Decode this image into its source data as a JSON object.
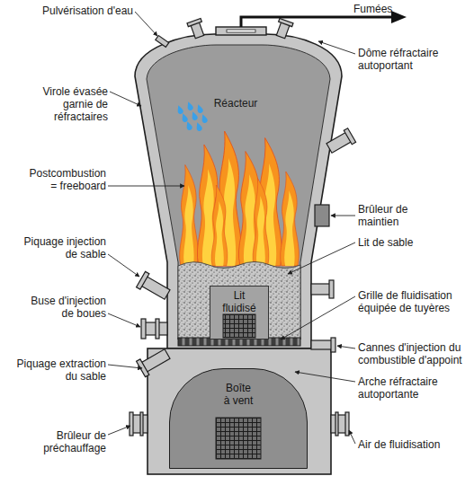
{
  "diagram": {
    "nodes": [
      {
        "text": [
          "Lit fluidisé"
        ]
      },
      {
        "text": [
          "Boîte à vent"
        ]
      }
    ],
    "labels": [
      "Pulvérisation d'eau",
      "Fumées",
      "Dôme réfractaire autoportant",
      "Virole évasée garnie de réfractaires",
      "Réacteur",
      "Postcombustion = freeboard",
      "Brûleur de maintien",
      "Piquage injection de sable",
      "Lit de sable",
      "Buse d'injection de boues",
      "Grille de fluidisation équipée de tuyères",
      "Cannes d'injection du combustible d'appoint",
      "Piquage extraction du sable",
      "Arche réfractaire autoportante",
      "Brûleur de préchauffage",
      "Air de fluidisation"
    ]
  }
}
